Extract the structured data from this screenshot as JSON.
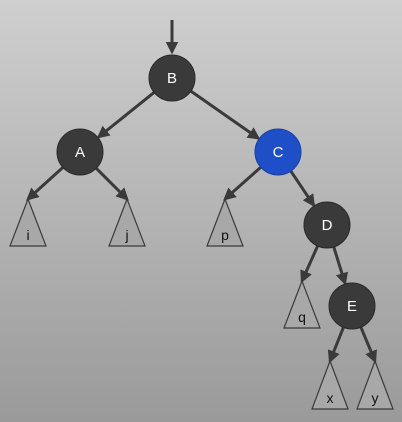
{
  "diagram": {
    "nodes": [
      {
        "id": "B",
        "label": "B",
        "highlighted": false
      },
      {
        "id": "A",
        "label": "A",
        "highlighted": false
      },
      {
        "id": "C",
        "label": "C",
        "highlighted": true
      },
      {
        "id": "D",
        "label": "D",
        "highlighted": false
      },
      {
        "id": "E",
        "label": "E",
        "highlighted": false
      }
    ],
    "subtrees": [
      {
        "id": "i",
        "label": "i"
      },
      {
        "id": "j",
        "label": "j"
      },
      {
        "id": "p",
        "label": "p"
      },
      {
        "id": "q",
        "label": "q"
      },
      {
        "id": "x",
        "label": "x"
      },
      {
        "id": "y",
        "label": "y"
      }
    ],
    "edges": [
      {
        "from": "B",
        "to": "A"
      },
      {
        "from": "B",
        "to": "C"
      },
      {
        "from": "A",
        "to": "i"
      },
      {
        "from": "A",
        "to": "j"
      },
      {
        "from": "C",
        "to": "p"
      },
      {
        "from": "C",
        "to": "D"
      },
      {
        "from": "D",
        "to": "q"
      },
      {
        "from": "D",
        "to": "E"
      },
      {
        "from": "E",
        "to": "x"
      },
      {
        "from": "E",
        "to": "y"
      }
    ],
    "root_entry_arrow": true,
    "colors": {
      "background_top": "#cfcfcf",
      "background_bottom": "#9a9a9a",
      "node_fill": "#3a3a3a",
      "highlight_fill": "#1f4fc8",
      "edge": "#3a3a3a",
      "subtree_fill": "#a8a8a8",
      "subtree_stroke": "#3a3a3a"
    }
  }
}
